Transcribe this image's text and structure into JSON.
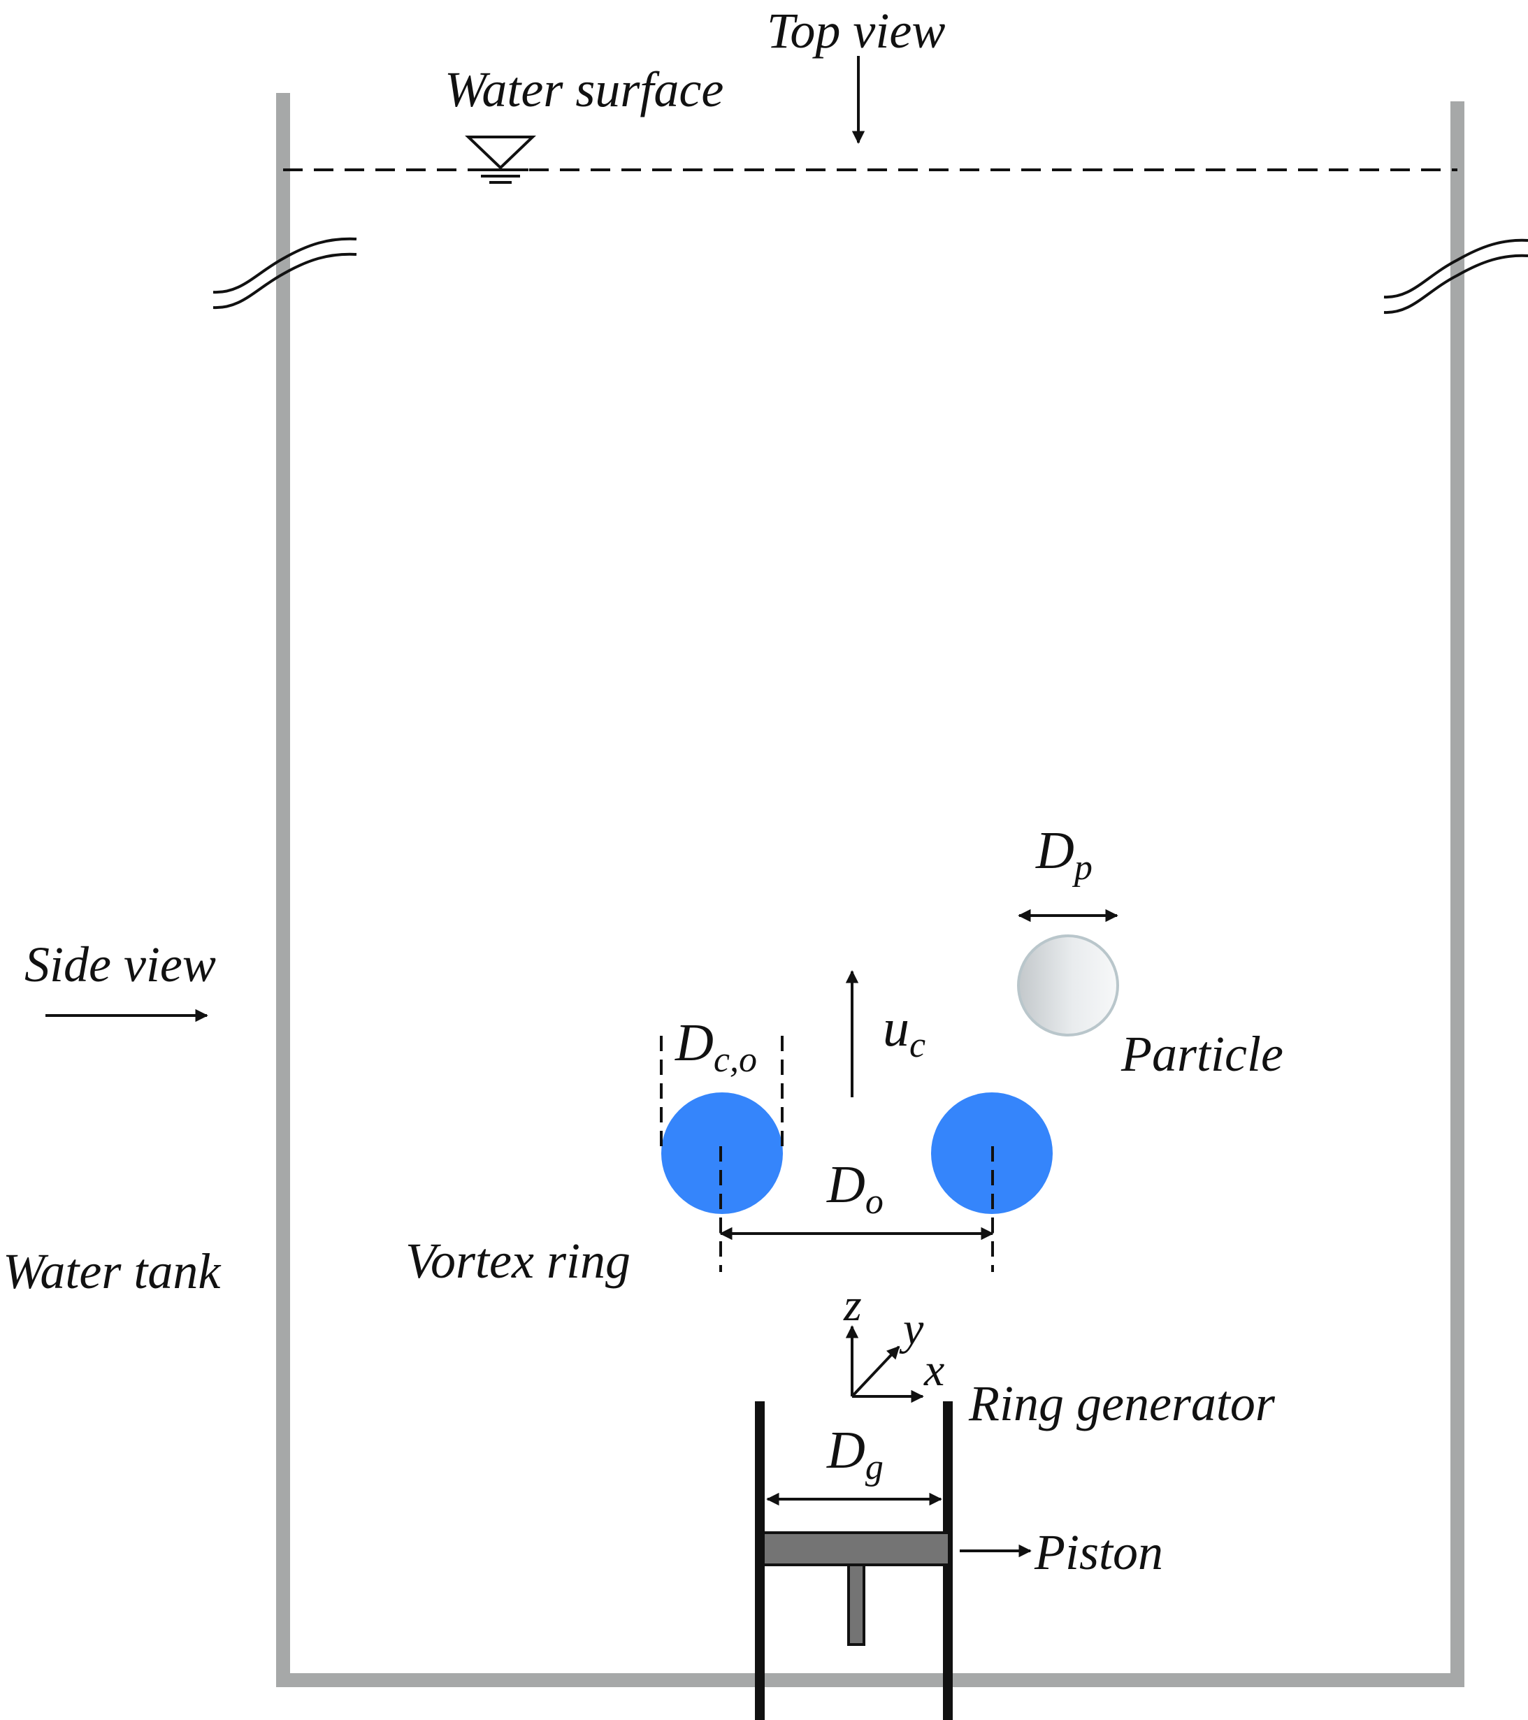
{
  "labels": {
    "top_view": "Top view",
    "water_surface": "Water surface",
    "side_view": "Side view",
    "water_tank": "Water tank",
    "vortex_ring": "Vortex ring",
    "particle": "Particle",
    "ring_generator": "Ring generator",
    "piston": "Piston"
  },
  "symbols": {
    "d_p": {
      "base": "D",
      "sub": "p"
    },
    "d_co": {
      "base": "D",
      "sub": "c,o"
    },
    "u_c": {
      "base": "u",
      "sub": "c"
    },
    "d_o": {
      "base": "D",
      "sub": "o"
    },
    "d_g": {
      "base": "D",
      "sub": "g"
    }
  },
  "axes": {
    "z": "z",
    "y": "y",
    "x": "x"
  },
  "colors": {
    "tank_wall": "#a6a8a8",
    "vortex_core": "#3585fb",
    "particle_fill": "#e6e9eb",
    "particle_edge": "#b9c6cb",
    "piston": "#747474",
    "ink": "#111111"
  }
}
